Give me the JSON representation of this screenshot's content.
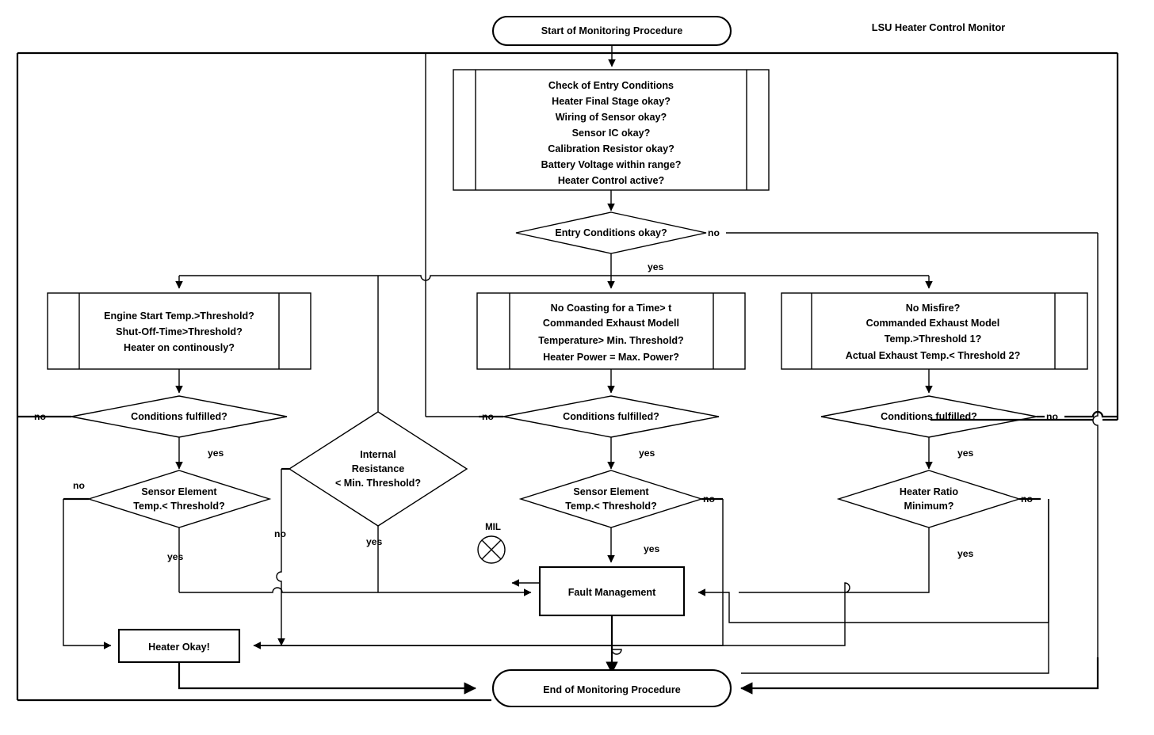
{
  "diagram": {
    "title": "LSU Heater Control Monitor",
    "type": "flowchart",
    "nodes": {
      "start": {
        "label": "Start of Monitoring Procedure",
        "shape": "terminator"
      },
      "entry_check": {
        "shape": "predefined-process",
        "lines": [
          "Check of Entry Conditions",
          "Heater Final Stage okay?",
          "Wiring of Sensor okay?",
          "Sensor IC okay?",
          "Calibration Resistor okay?",
          "Battery Voltage within range?",
          "Heater Control active?"
        ]
      },
      "entry_decision": {
        "label": "Entry Conditions okay?",
        "shape": "decision"
      },
      "branch_left": {
        "shape": "predefined-process",
        "lines": [
          "Engine Start Temp.>Threshold?",
          "Shut-Off-Time>Threshold?",
          "Heater on continously?"
        ]
      },
      "branch_mid": {
        "shape": "predefined-process",
        "lines": [
          "No Coasting for a Time> t",
          "Commanded Exhaust Modell",
          "Temperature> Min. Threshold?",
          "Heater Power = Max. Power?"
        ]
      },
      "branch_right": {
        "shape": "predefined-process",
        "lines": [
          "No Misfire?",
          "Commanded Exhaust Model",
          "Temp.>Threshold 1?",
          "Actual Exhaust Temp.< Threshold 2?"
        ]
      },
      "cond_left": {
        "label": "Conditions fulfilled?",
        "shape": "decision"
      },
      "cond_mid": {
        "label": "Conditions fulfilled?",
        "shape": "decision"
      },
      "cond_right": {
        "label": "Conditions fulfilled?",
        "shape": "decision"
      },
      "sensor_left": {
        "lines": [
          "Sensor Element",
          "Temp.< Threshold?"
        ],
        "shape": "decision"
      },
      "sensor_mid": {
        "lines": [
          "Sensor Element",
          "Temp.< Threshold?"
        ],
        "shape": "decision"
      },
      "internal_res": {
        "lines": [
          "Internal",
          "Resistance",
          "< Min. Threshold?"
        ],
        "shape": "decision"
      },
      "heater_ratio": {
        "lines": [
          "Heater Ratio",
          "Minimum?"
        ],
        "shape": "decision"
      },
      "fault_mgmt": {
        "label": "Fault Management",
        "shape": "process"
      },
      "heater_okay": {
        "label": "Heater Okay!",
        "shape": "process"
      },
      "mil": {
        "label": "MIL",
        "shape": "mil-lamp"
      },
      "end": {
        "label": "End of Monitoring Procedure",
        "shape": "terminator"
      }
    },
    "edge_labels": {
      "no": "no",
      "yes": "yes"
    },
    "colors": {
      "line": "#000000",
      "fill": "#ffffff",
      "text": "#000000"
    }
  }
}
